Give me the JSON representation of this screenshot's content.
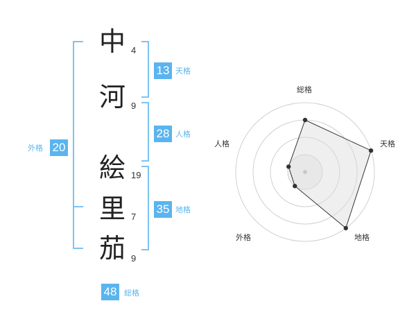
{
  "name_chars": [
    {
      "char": "中",
      "strokes": "4"
    },
    {
      "char": "河",
      "strokes": "9"
    },
    {
      "char": "絵",
      "strokes": "19"
    },
    {
      "char": "里",
      "strokes": "7"
    },
    {
      "char": "茄",
      "strokes": "9"
    }
  ],
  "fortunes": {
    "tenkaku": {
      "value": "13",
      "label": "天格"
    },
    "jinkaku": {
      "value": "28",
      "label": "人格"
    },
    "chikaku": {
      "value": "35",
      "label": "地格"
    },
    "gaikaku": {
      "value": "20",
      "label": "外格"
    },
    "soukaku": {
      "value": "48",
      "label": "総格"
    }
  },
  "colors": {
    "accent": "#5ab4ef",
    "bracket": "#7cc3f2"
  },
  "radar": {
    "axes": [
      "総格",
      "天格",
      "地格",
      "外格",
      "人格"
    ],
    "levels": 4,
    "values": [
      3,
      4,
      4,
      1,
      1
    ]
  }
}
